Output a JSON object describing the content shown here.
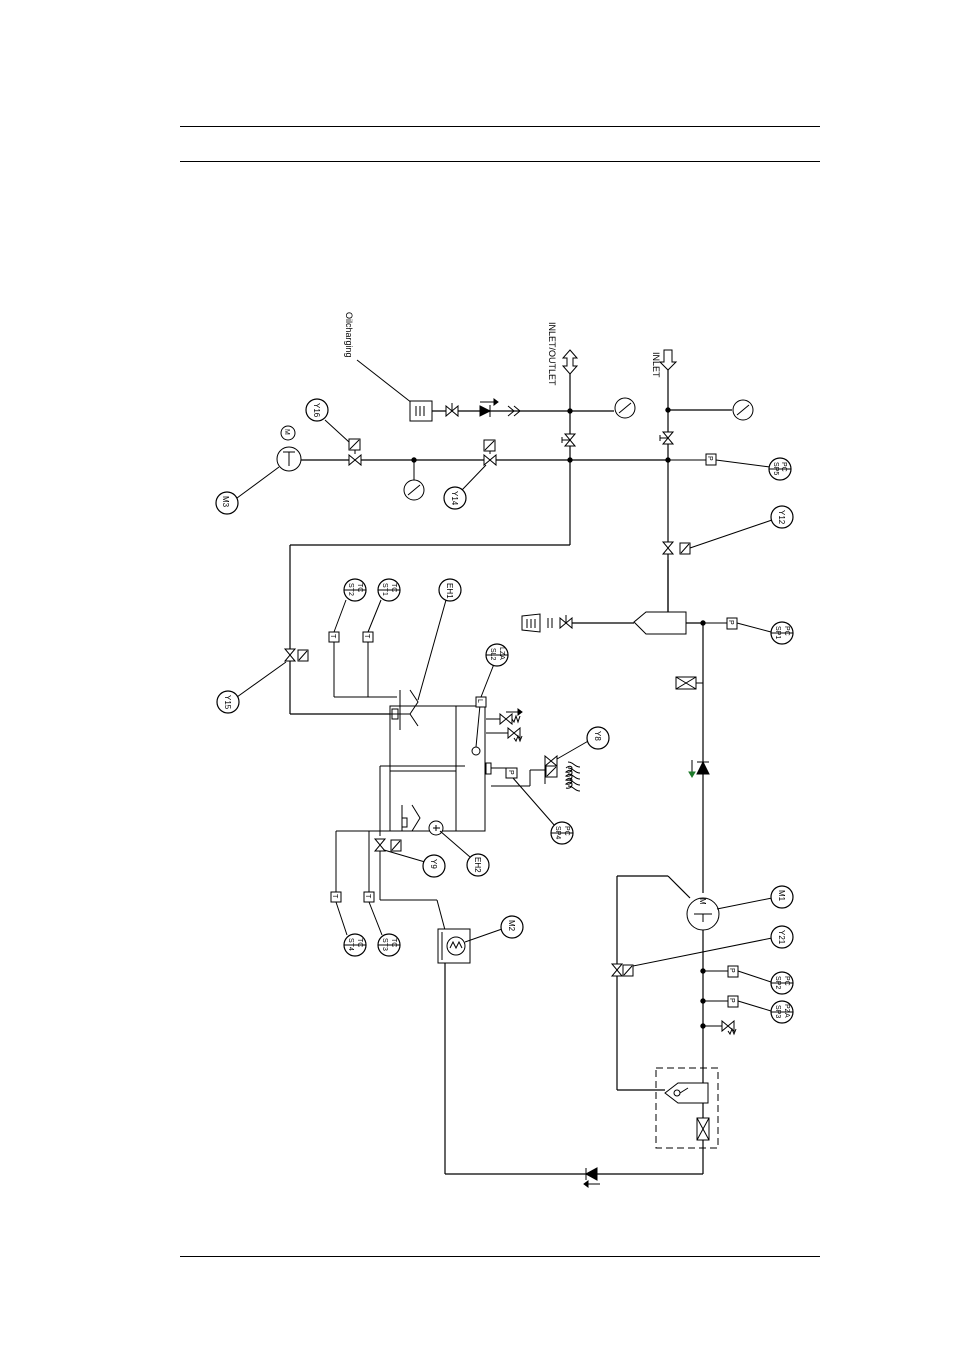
{
  "labels": {
    "oil_charging": "Oilcharging",
    "inlet_outlet": "INLET/OUTLET",
    "inlet": "INLET"
  },
  "tags": {
    "M3": "M3",
    "Y16": "Y16",
    "Y14": "Y14",
    "Y15": "Y15",
    "EH1": "EH1",
    "EH2": "EH2",
    "ST1": "ST1",
    "ST2": "ST2",
    "ST3": "ST3",
    "ST4": "ST4",
    "SL2": "SL2",
    "SP4": "SP4",
    "Y8": "Y8",
    "Y9": "Y9",
    "M2": "M2",
    "SP1": "SP1",
    "SP2": "SP2",
    "SP3": "SP3",
    "SP5": "SP5",
    "Y12": "Y12",
    "Y21": "Y21",
    "M1": "M1"
  },
  "instrument_prefix": {
    "TC": "TC",
    "PC": "PC",
    "PZA": "PZA",
    "LZA": "LZA"
  },
  "sensor_letters": {
    "P": "P",
    "T": "T",
    "L": "L"
  }
}
